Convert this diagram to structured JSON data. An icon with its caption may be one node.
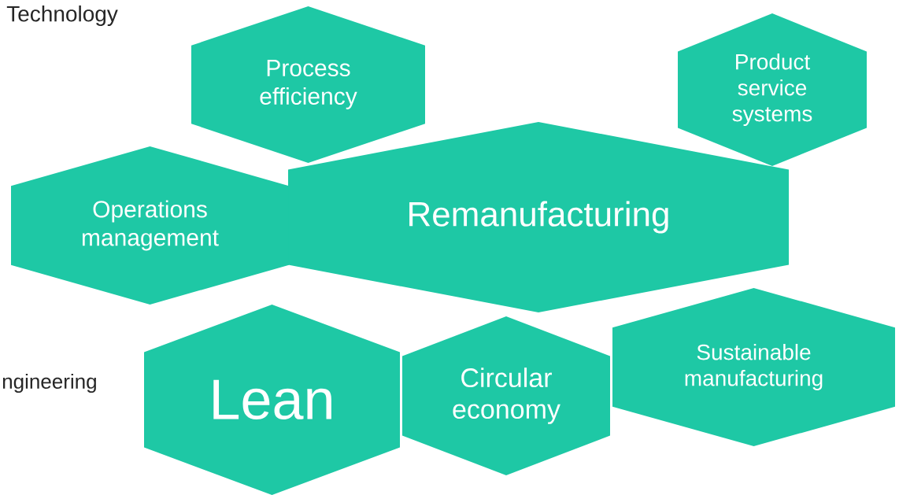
{
  "diagram": {
    "nodes": [
      {
        "text": [
          "Process efficiency"
        ]
      },
      {
        "text": [
          "Product service systems"
        ]
      },
      {
        "text": [
          "Operations management"
        ]
      },
      {
        "text": [
          "Remanufacturing"
        ]
      },
      {
        "text": [
          "Lean"
        ]
      },
      {
        "text": [
          "Circular economy"
        ]
      },
      {
        "text": [
          "Sustainable manufacturing"
        ]
      }
    ],
    "labels": [
      "Technology",
      "ngineering"
    ]
  }
}
